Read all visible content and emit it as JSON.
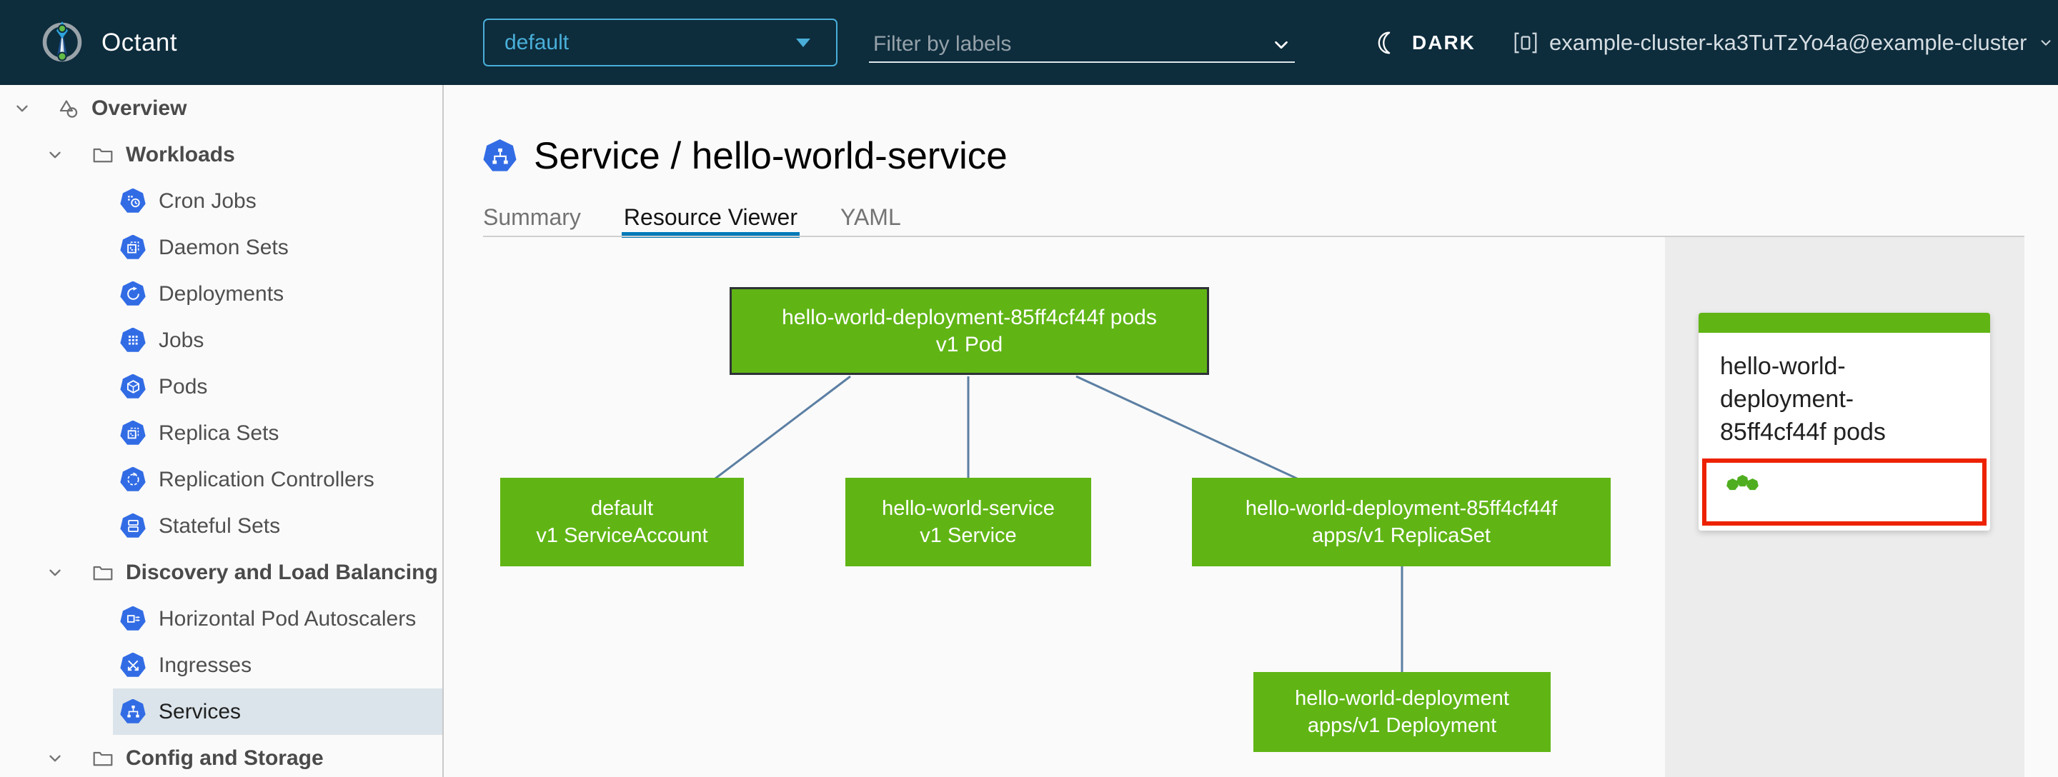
{
  "header": {
    "app_name": "Octant",
    "namespace_dropdown": {
      "value": "default"
    },
    "filter": {
      "placeholder": "Filter by labels"
    },
    "theme_toggle_label": "DARK",
    "cluster_context": "example-cluster-ka3TuTzYo4a@example-cluster"
  },
  "sidebar": {
    "items": [
      {
        "label": "Overview",
        "level": 0,
        "expanded": true
      },
      {
        "label": "Workloads",
        "level": 1,
        "expanded": true
      },
      {
        "label": "Cron Jobs",
        "level": 2
      },
      {
        "label": "Daemon Sets",
        "level": 2
      },
      {
        "label": "Deployments",
        "level": 2
      },
      {
        "label": "Jobs",
        "level": 2
      },
      {
        "label": "Pods",
        "level": 2
      },
      {
        "label": "Replica Sets",
        "level": 2
      },
      {
        "label": "Replication Controllers",
        "level": 2
      },
      {
        "label": "Stateful Sets",
        "level": 2
      },
      {
        "label": "Discovery and Load Balancing",
        "level": 1,
        "expanded": true
      },
      {
        "label": "Horizontal Pod Autoscalers",
        "level": 2
      },
      {
        "label": "Ingresses",
        "level": 2
      },
      {
        "label": "Services",
        "level": 2,
        "selected": true
      },
      {
        "label": "Config and Storage",
        "level": 1,
        "expanded": true
      }
    ]
  },
  "main": {
    "page_title": "Service / hello-world-service",
    "tabs": [
      {
        "label": "Summary",
        "active": false
      },
      {
        "label": "Resource Viewer",
        "active": true
      },
      {
        "label": "YAML",
        "active": false
      }
    ],
    "graph": {
      "nodes": [
        {
          "id": "pod",
          "line1": "hello-world-deployment-85ff4cf44f pods",
          "line2": "v1 Pod",
          "selected": true
        },
        {
          "id": "serviceaccount",
          "line1": "default",
          "line2": "v1 ServiceAccount",
          "selected": false
        },
        {
          "id": "service",
          "line1": "hello-world-service",
          "line2": "v1 Service",
          "selected": false
        },
        {
          "id": "replicaset",
          "line1": "hello-world-deployment-85ff4cf44f",
          "line2": "apps/v1 ReplicaSet",
          "selected": false
        },
        {
          "id": "deployment",
          "line1": "hello-world-deployment",
          "line2": "apps/v1 Deployment",
          "selected": false
        }
      ],
      "edges": [
        [
          "pod",
          "serviceaccount"
        ],
        [
          "pod",
          "service"
        ],
        [
          "pod",
          "replicaset"
        ],
        [
          "replicaset",
          "deployment"
        ]
      ]
    },
    "detail_card": {
      "title_lines": [
        "hello-world-",
        "deployment-",
        "85ff4cf44f pods"
      ],
      "pod_status_dots": 3
    }
  },
  "colors": {
    "header_bg": "#0d2c3c",
    "accent_blue": "#49afd9",
    "tab_underline": "#0079b8",
    "k8s_icon_blue": "#326ce5",
    "node_green": "#60b515",
    "edge_blue": "#5c7fa3",
    "selection_red": "#ed2200",
    "selected_row_bg": "#dbe4ea",
    "panel_bg": "#ececec"
  }
}
